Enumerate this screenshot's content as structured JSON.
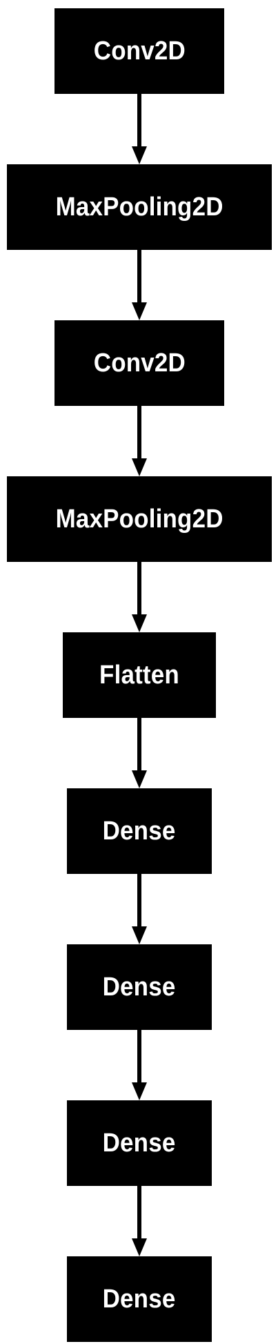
{
  "diagram": {
    "nodes": [
      {
        "id": "n0",
        "label": "Conv2D"
      },
      {
        "id": "n1",
        "label": "MaxPooling2D"
      },
      {
        "id": "n2",
        "label": "Conv2D"
      },
      {
        "id": "n3",
        "label": "MaxPooling2D"
      },
      {
        "id": "n4",
        "label": "Flatten"
      },
      {
        "id": "n5",
        "label": "Dense"
      },
      {
        "id": "n6",
        "label": "Dense"
      },
      {
        "id": "n7",
        "label": "Dense"
      },
      {
        "id": "n8",
        "label": "Dense"
      }
    ],
    "edges": [
      {
        "from": "n0",
        "to": "n1"
      },
      {
        "from": "n1",
        "to": "n2"
      },
      {
        "from": "n2",
        "to": "n3"
      },
      {
        "from": "n3",
        "to": "n4"
      },
      {
        "from": "n4",
        "to": "n5"
      },
      {
        "from": "n5",
        "to": "n6"
      },
      {
        "from": "n6",
        "to": "n7"
      },
      {
        "from": "n7",
        "to": "n8"
      }
    ],
    "colors": {
      "node_fill": "#000000",
      "node_text": "#ffffff",
      "edge": "#000000",
      "background": "#ffffff"
    }
  }
}
